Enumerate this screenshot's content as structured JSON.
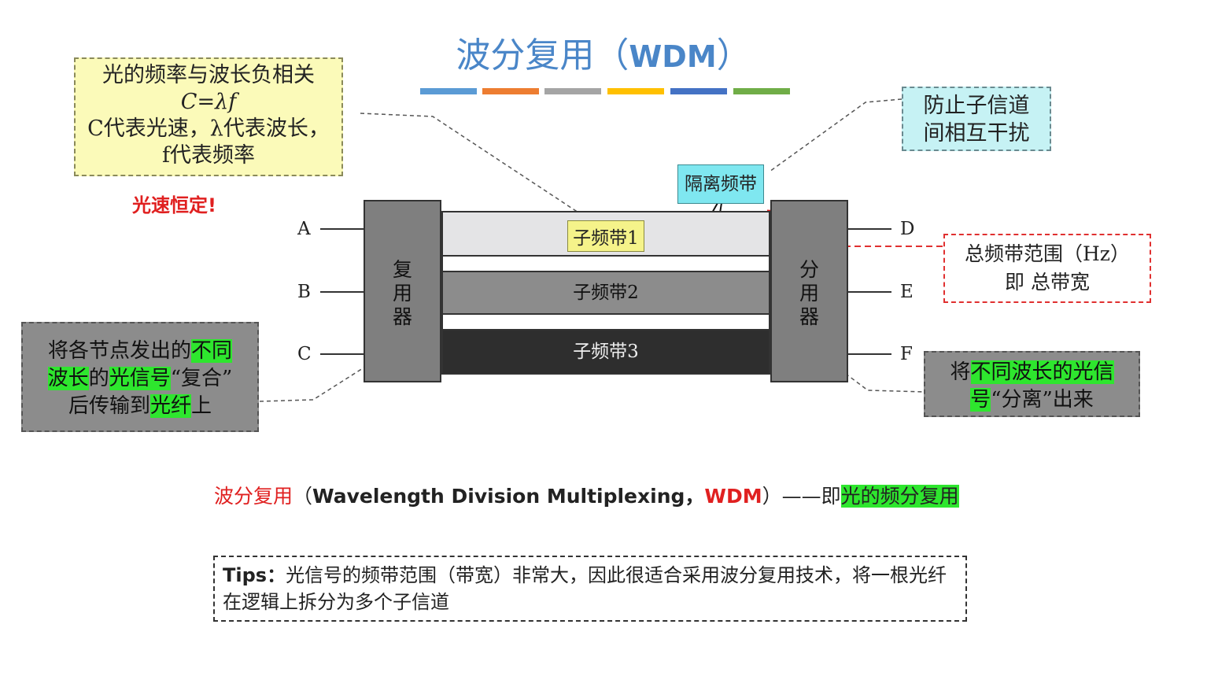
{
  "title": {
    "main": "波分复用（",
    "acronym": "WDM",
    "close": "）"
  },
  "color_bars": [
    "#5b9bd5",
    "#ed7d31",
    "#a5a5a5",
    "#ffc000",
    "#4472c4",
    "#70ad47"
  ],
  "note_formula": {
    "line1": "光的频率与波长负相关",
    "line2": "C=λf",
    "line3": "C代表光速，λ代表波长，",
    "line4": "f代表频率"
  },
  "speed_note": "光速恒定!",
  "note_interference": {
    "line1": "防止子信道",
    "line2": "间相互干扰"
  },
  "gap_label": "隔离频带",
  "note_total_band": {
    "line1": "总频带范围（Hz）",
    "line2": "即 总带宽"
  },
  "note_combine": {
    "p1": "将各节点发出的",
    "p2": "不同",
    "p3": "波长",
    "p4": "的",
    "p5": "光信号",
    "p6": "“复合”",
    "p7": "后传输到",
    "p8": "光纤",
    "p9": "上"
  },
  "note_separate": {
    "p1": "将",
    "p2": "不同波长的光信",
    "p3": "号",
    "p4": "“分离”出来"
  },
  "multiplexer": {
    "c1": "复",
    "c2": "用",
    "c3": "器"
  },
  "demultiplexer": {
    "c1": "分",
    "c2": "用",
    "c3": "器"
  },
  "ports_in": [
    "A",
    "B",
    "C"
  ],
  "ports_out": [
    "D",
    "E",
    "F"
  ],
  "bands": [
    "子频带1",
    "子频带2",
    "子频带3"
  ],
  "definition": {
    "term": "波分复用",
    "open": "（",
    "english": "Wavelength Division Multiplexing，",
    "acronym": "WDM",
    "close": "）",
    "dash": "——即",
    "meaning": "光的频分复用"
  },
  "tips": {
    "label": "Tips：",
    "text": "光信号的频带范围（带宽）非常大，因此很适合采用波分复用技术，将一根光纤在逻辑上拆分为多个子信道"
  }
}
